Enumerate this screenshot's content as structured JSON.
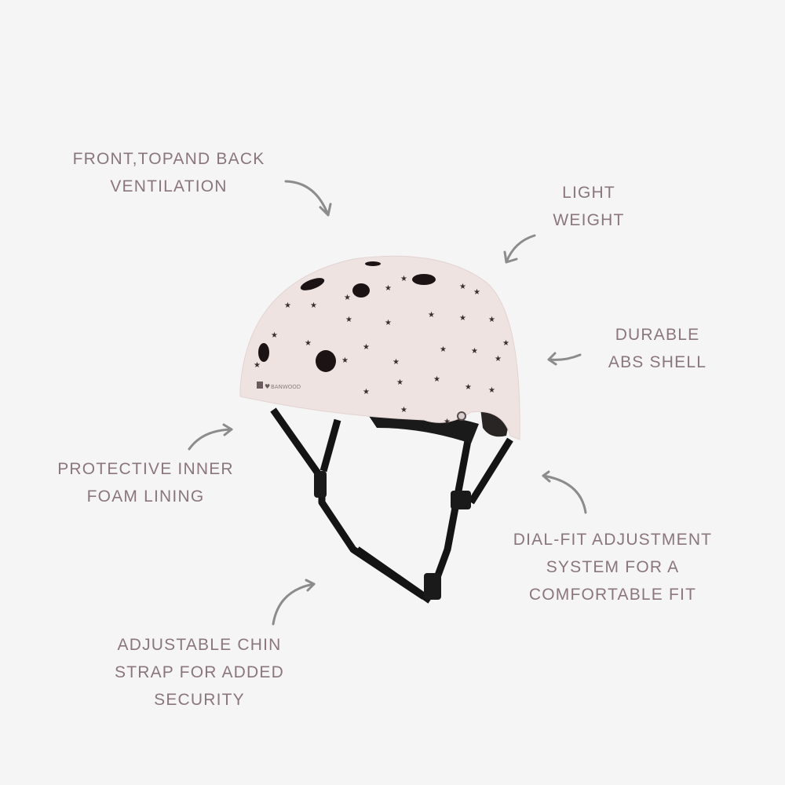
{
  "colors": {
    "background": "#f5f5f5",
    "label_text": "#8a767c",
    "arrow": "#8c8c8c",
    "helmet_shell": "#efe3e2",
    "strap": "#141414"
  },
  "product": {
    "name": "bike helmet",
    "brand_print": "BANWOOD",
    "pattern": "stars"
  },
  "features": [
    {
      "id": "ventilation",
      "lines": [
        "FRONT,TOPAND BACK",
        "VENTILATION"
      ]
    },
    {
      "id": "light-weight",
      "lines": [
        "LIGHT",
        "WEIGHT"
      ]
    },
    {
      "id": "abs-shell",
      "lines": [
        "DURABLE",
        "ABS SHELL"
      ]
    },
    {
      "id": "foam-lining",
      "lines": [
        "PROTECTIVE INNER",
        "FOAM LINING"
      ]
    },
    {
      "id": "dial-fit",
      "lines": [
        "DIAL-FIT ADJUSTMENT",
        "SYSTEM FOR A",
        "COMFORTABLE FIT"
      ]
    },
    {
      "id": "chin-strap",
      "lines": [
        "ADJUSTABLE CHIN",
        "STRAP FOR ADDED",
        "SECURITY"
      ]
    }
  ]
}
